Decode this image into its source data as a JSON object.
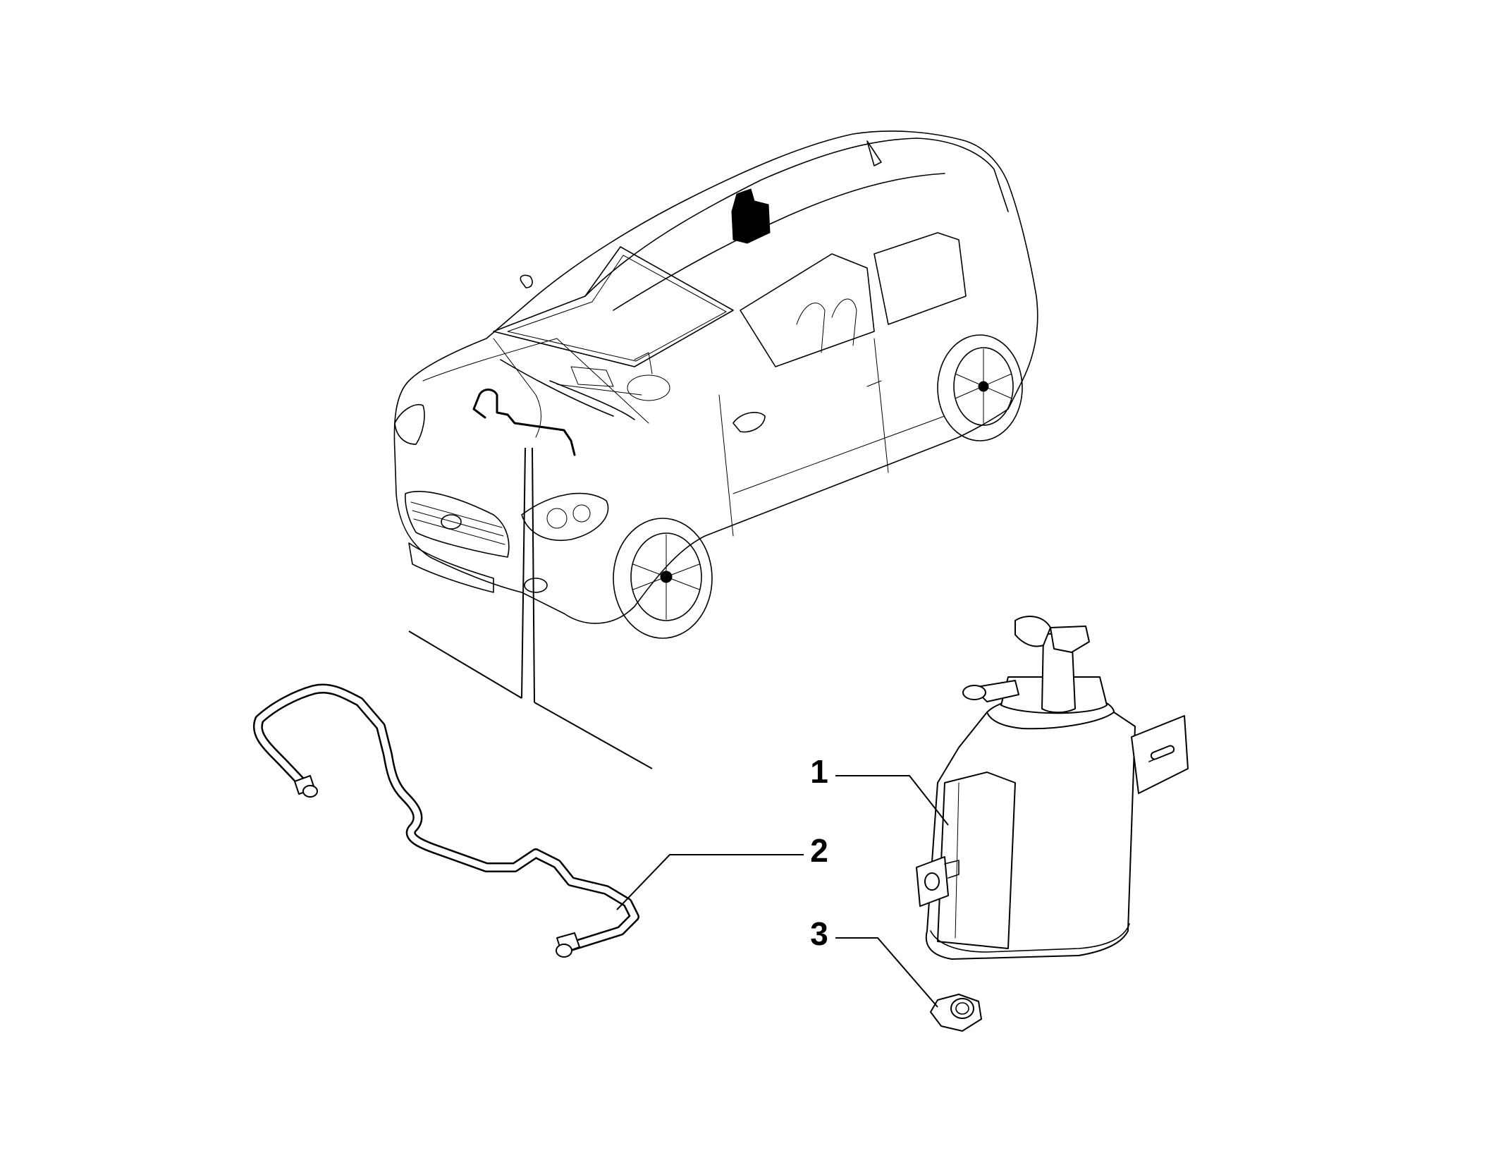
{
  "callouts": [
    {
      "id": "1",
      "label": "1",
      "part": "charcoal-canister"
    },
    {
      "id": "2",
      "label": "2",
      "part": "vapour-pipe"
    },
    {
      "id": "3",
      "label": "3",
      "part": "nut"
    }
  ],
  "colors": {
    "line": "#000000",
    "background": "#ffffff"
  }
}
